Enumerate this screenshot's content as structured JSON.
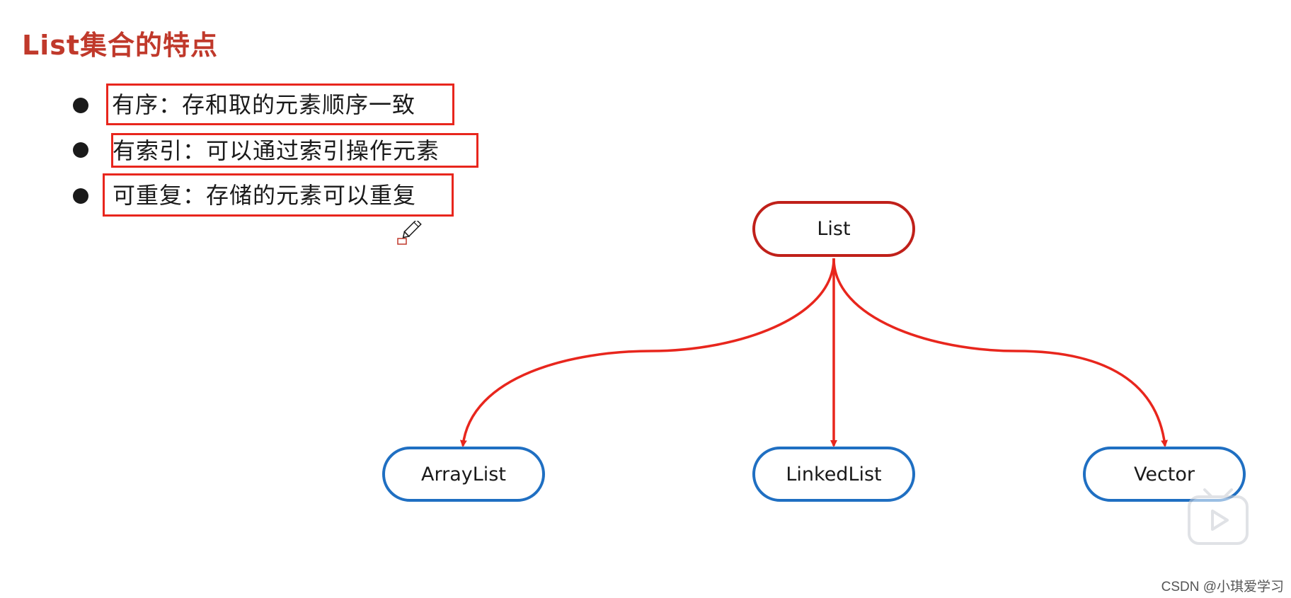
{
  "title": "List集合的特点",
  "bullets": [
    {
      "text": "有序：存和取的元素顺序一致"
    },
    {
      "text": "有索引：可以通过索引操作元素"
    },
    {
      "text": "可重复：存储的元素可以重复"
    }
  ],
  "diagram": {
    "root": {
      "label": "List"
    },
    "children": [
      {
        "label": "ArrayList"
      },
      {
        "label": "LinkedList"
      },
      {
        "label": "Vector"
      }
    ]
  },
  "watermark": "CSDN @小琪爱学习",
  "icons": {
    "bullet": "filled-circle-bullet",
    "cursor": "pencil-cursor-icon",
    "overlay": "video-play-icon"
  },
  "colors": {
    "title": "#c0392b",
    "highlight_box": "#e8261d",
    "root_border": "#c0201a",
    "child_border": "#1f6fc2",
    "edge": "#e8261d",
    "text": "#1a1a1a"
  }
}
